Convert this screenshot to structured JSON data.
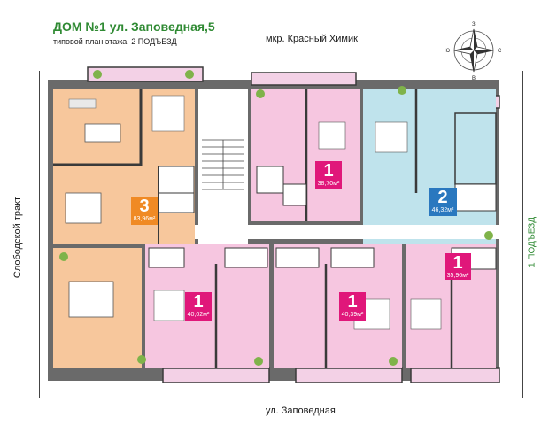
{
  "header": {
    "title": "ДОМ №1 ул. Заповедная,5",
    "subtitle": "типовой план этажа: 2 ПОДЪЕЗД"
  },
  "labels": {
    "district": "мкр. Красный Химик",
    "street_bottom": "ул. Заповедная",
    "street_left": "Слободской тракт",
    "entrance_right": "1 ПОДЪЕЗД"
  },
  "compass": {
    "n": "З",
    "s": "В",
    "w": "Ю",
    "e": "С"
  },
  "apartments": [
    {
      "rooms": "3",
      "area": "83,96м²",
      "color": "#f08a24"
    },
    {
      "rooms": "1",
      "area": "38,70м²",
      "color": "#e0177a"
    },
    {
      "rooms": "2",
      "area": "46,32м²",
      "color": "#2a78bf"
    },
    {
      "rooms": "1",
      "area": "40,02м²",
      "color": "#e0177a"
    },
    {
      "rooms": "1",
      "area": "40,39м²",
      "color": "#e0177a"
    },
    {
      "rooms": "1",
      "area": "35,96м²",
      "color": "#e0177a"
    }
  ],
  "colors": {
    "orange_floor": "#f7c79c",
    "pink_floor": "#f6c6e0",
    "blue_floor": "#bfe3ec",
    "wall": "#3a3a3a",
    "outer": "#5a5a5a",
    "balcony": "#f3d1e6"
  }
}
